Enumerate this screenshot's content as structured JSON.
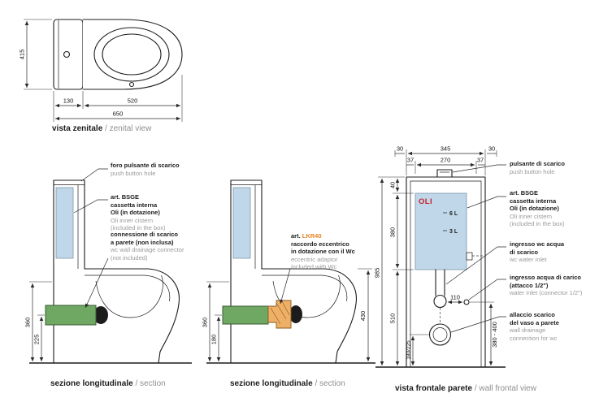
{
  "colors": {
    "line": "#1c1c1c",
    "cistern_blue": "#bfd7e8",
    "pipe_green": "#6ea863",
    "adaptor_orange": "#eeb066",
    "accent_orange": "#e8821e",
    "logo_red": "#c8232c",
    "secondary_text": "#9a9a9a"
  },
  "zenital": {
    "title": "vista zenitale",
    "title_en": " / zenital view",
    "d415": "415",
    "d130": "130",
    "d520": "520",
    "d650": "650"
  },
  "section_a": {
    "title": "sezione longitudinale",
    "title_en": " / section",
    "d360": "360",
    "d225": "225",
    "ann_button": {
      "it": "foro pulsante di scarico",
      "en": "push button hole"
    },
    "ann_cistern": {
      "it1": "art. BSGE",
      "it2": "cassetta interna",
      "it3": "Oli (in dotazione)",
      "en1": "Oli inner cistern",
      "en2": "(included in the box)"
    },
    "ann_drain": {
      "it1": "connessione di scarico",
      "it2": "a parete (non inclusa)",
      "en1": "wc wall drainage connector",
      "en2": "(not included)"
    }
  },
  "section_b": {
    "title": "sezione longitudinale",
    "title_en": " / section",
    "d360": "360",
    "d180": "180",
    "d430": "430",
    "ann_adaptor": {
      "it1a": "art. ",
      "it1b": "LKR40",
      "it2": "raccordo eccentrico",
      "it3": "in dotazione con il Wc",
      "en1": "eccentric adaptor",
      "en2": "included with Wc"
    }
  },
  "frontal": {
    "title": "vista frontale parete",
    "title_en": " / wall frontal view",
    "d30l": "30",
    "d345": "345",
    "d30r": "30",
    "d37l": "37",
    "d270": "270",
    "d37r": "37",
    "d40": "40",
    "d380": "380",
    "d985": "985",
    "d510": "510",
    "d180_225": "180/225",
    "d380_400": "380 - 400",
    "d110": "110",
    "cistern": {
      "logo": "OLI",
      "level6": "6 L",
      "level3": "3 L"
    },
    "ann_button": {
      "it": "pulsante di scarico",
      "en": "push button hole"
    },
    "ann_cistern": {
      "it1": "art. BSGE",
      "it2": "cassetta interna",
      "it3": "Oli (in dotazione)",
      "en1": "Oli inner cistern",
      "en2": "(included in the box)"
    },
    "ann_flush": {
      "it1": "ingresso wc acqua",
      "it2": "di scarico",
      "en1": "wc water inlet"
    },
    "ann_inlet": {
      "it1": "ingresso acqua di carico",
      "it2": "(attacco 1/2\")",
      "en1": "water inlet (connector 1/2\")"
    },
    "ann_drain": {
      "it1": "allaccio scarico",
      "it2": "del vaso a parete",
      "en1": "wall drainage",
      "en2": "connection for wc"
    }
  }
}
